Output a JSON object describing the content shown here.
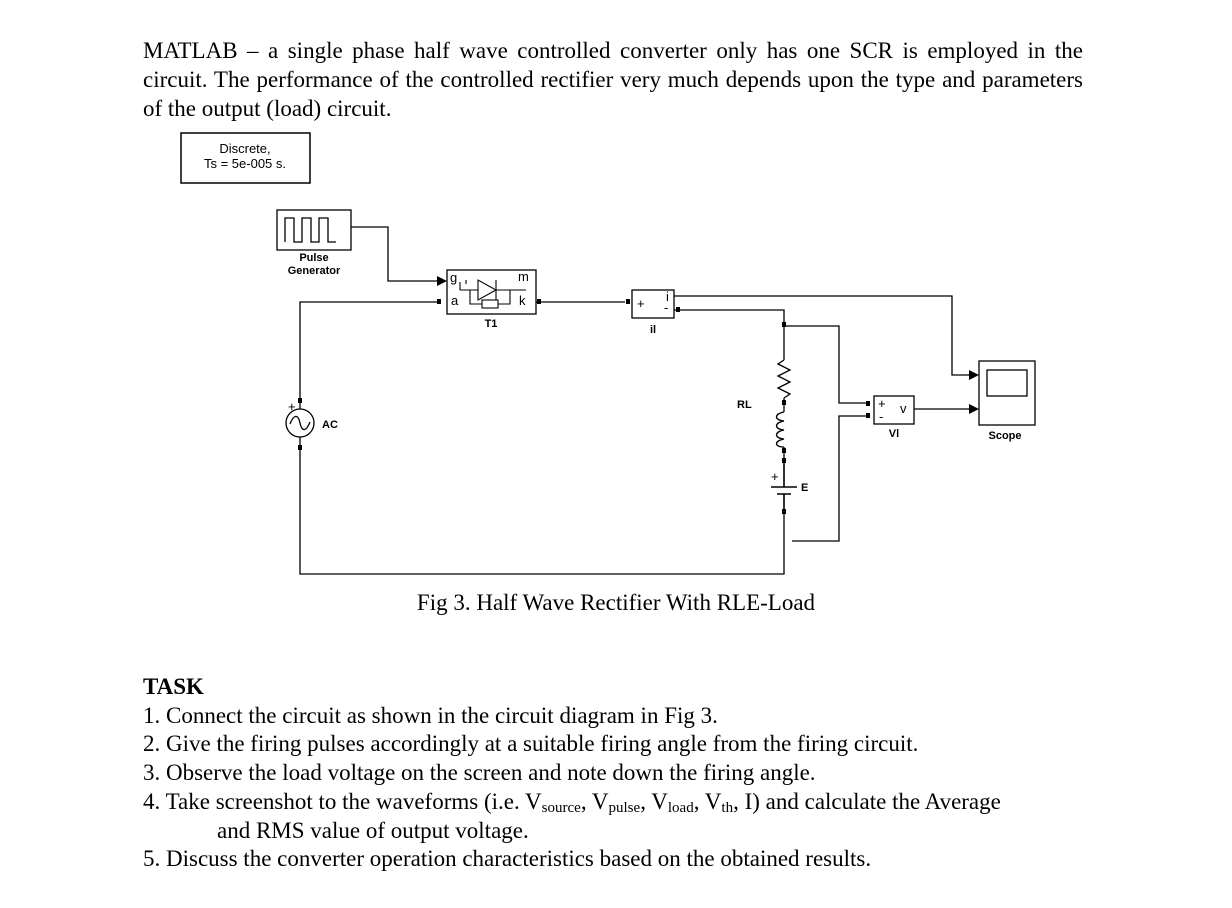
{
  "intro": "MATLAB – a single phase half wave controlled converter only has one SCR is employed in the circuit. The performance of the controlled rectifier very much depends upon the type and parameters of the output (load) circuit.",
  "figure": {
    "solver_line1": "Discrete,",
    "solver_line2": "Ts = 5e-005 s.",
    "pulse_gen_line1": "Pulse",
    "pulse_gen_line2": "Generator",
    "thyristor_label": "T1",
    "port_g": "g",
    "port_a": "a",
    "port_m": "m",
    "port_k": "k",
    "current_meas_label": "il",
    "current_port": "i",
    "plus": "+",
    "minus": "-",
    "source_label": "AC",
    "load_label": "RL",
    "emf_label": "E",
    "voltmeter_label": "Vl",
    "voltmeter_port": "v",
    "scope_label": "Scope",
    "caption": "Fig 3. Half Wave Rectifier With RLE-Load"
  },
  "task": {
    "title": "TASK",
    "items": [
      "1. Connect the circuit as shown in the circuit diagram in Fig 3.",
      "2. Give the firing pulses accordingly at a suitable firing angle from the firing circuit.",
      "3. Observe the load voltage on the screen and note down the firing angle."
    ],
    "item4_a": "4. Take screenshot to the waveforms (i.e. V",
    "sub_source": "source",
    "sep1": ", V",
    "sub_pulse": "pulse",
    "sep2": ", V",
    "sub_load": "load",
    "sep3": ", V",
    "sub_th": "th",
    "item4_b": ", I) and calculate the Average",
    "item4_cont": "and RMS value of output voltage.",
    "item5": "5. Discuss the converter operation characteristics based on the obtained results."
  }
}
